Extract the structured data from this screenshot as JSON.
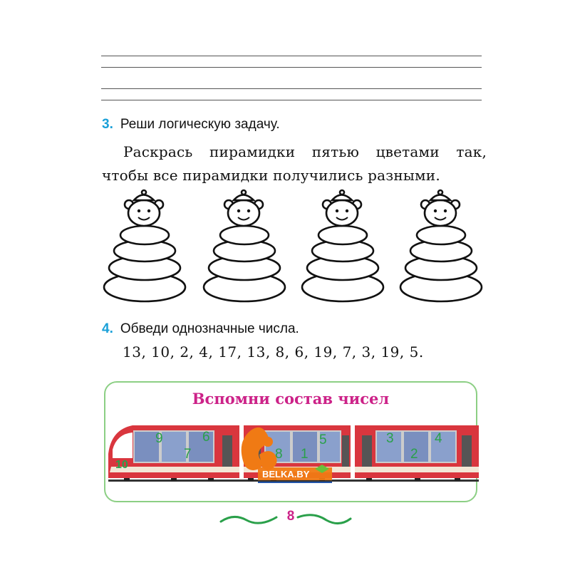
{
  "task3": {
    "number": "3.",
    "text": "Реши логическую задачу."
  },
  "instruction": {
    "line1": "Раскрась пирамидки пятью цветами так,",
    "line2": "чтобы все пирамидки получились разными."
  },
  "task4": {
    "number": "4.",
    "text": "Обведи однозначные числа."
  },
  "numbers_text": "13, 10, 2, 4, 17, 13, 8, 6, 19, 7, 3, 19, 5.",
  "reminder": {
    "title": "Вспомни состав чисел",
    "wagon_total": "10",
    "car1_digits": [
      "9",
      "6",
      "7"
    ],
    "car2_digits": [
      "5",
      "8",
      "1"
    ],
    "car3_digits": [
      "3",
      "4",
      "2"
    ]
  },
  "watermark": {
    "text": "BELKA.BY"
  },
  "page_number": "8",
  "colors": {
    "task_number": "#1aa0d8",
    "accent": "#cc2288",
    "digit_green": "#2aa04a",
    "frame_green": "#8ccf84",
    "train_red": "#d9363e"
  }
}
